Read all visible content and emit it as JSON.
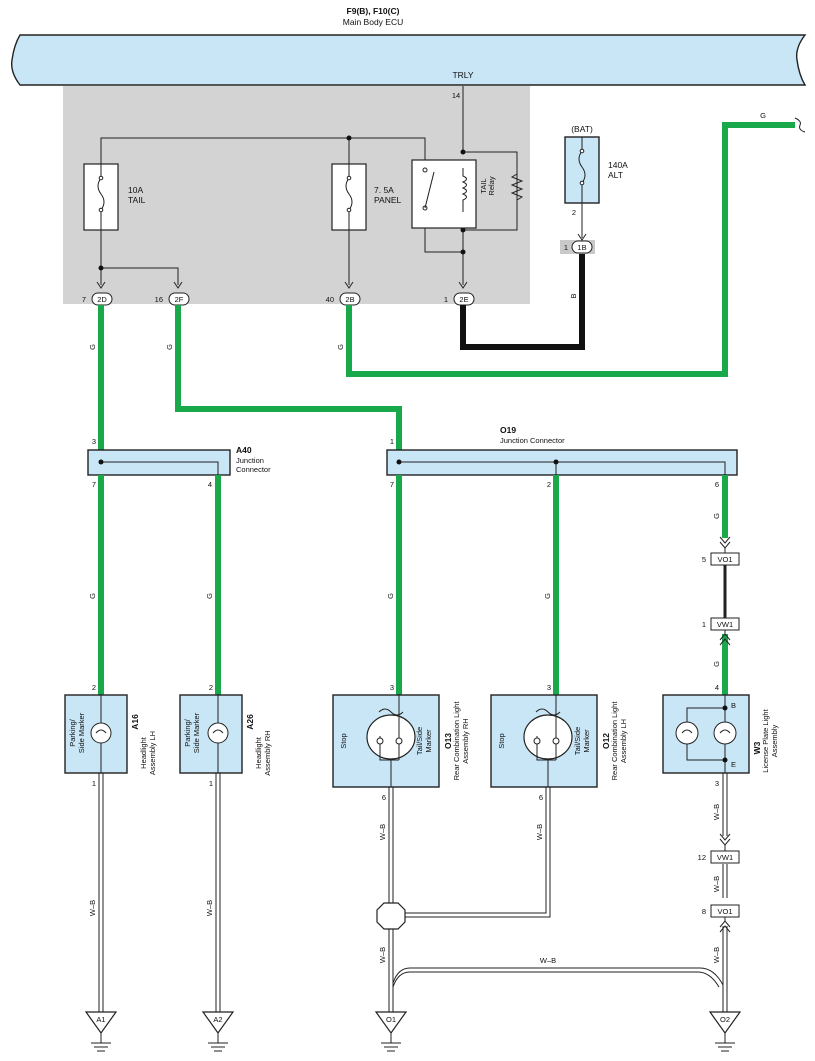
{
  "ecu": {
    "title": "F9(B), F10(C)",
    "subtitle": "Main Body ECU",
    "trly_label": "TRLY",
    "trly_pin": "14"
  },
  "fuses": {
    "tail": {
      "amp": "10A",
      "name": "TAIL"
    },
    "panel": {
      "amp": "7. 5A",
      "name": "PANEL"
    }
  },
  "relay": {
    "line1": "TAIL",
    "line2": "Relay"
  },
  "bat": {
    "label": "(BAT)",
    "amp": "140A",
    "name": "ALT",
    "pin": "2",
    "conn_pin": "1",
    "conn": "1B"
  },
  "ecu_conns": [
    {
      "pin": "7",
      "code": "2D"
    },
    {
      "pin": "16",
      "code": "2F"
    },
    {
      "pin": "40",
      "code": "2B"
    },
    {
      "pin": "1",
      "code": "2E"
    }
  ],
  "wire_colors": {
    "green": "G",
    "black": "B",
    "white_black": "W–B"
  },
  "a40": {
    "code": "A40",
    "line1": "Junction",
    "line2": "Connector",
    "pin_in": "3",
    "pin_out1": "7",
    "pin_out2": "4"
  },
  "o19": {
    "code": "O19",
    "name": "Junction Connector",
    "pin_in": "1",
    "pin_out1": "7",
    "pin_out2": "2",
    "pin_out3": "6"
  },
  "inline": {
    "vo1_top": {
      "pin": "5",
      "code": "VO1"
    },
    "vw1_top": {
      "pin": "1",
      "code": "VW1"
    },
    "vw1_bot": {
      "pin": "12",
      "code": "VW1"
    },
    "vo1_bot": {
      "pin": "8",
      "code": "VO1"
    }
  },
  "components": {
    "a16": {
      "code": "A16",
      "line1": "Headlight",
      "line2": "Assembly LH",
      "inner1": "Parking/",
      "inner2": "Side Marker",
      "pin_top": "2",
      "pin_bot": "1"
    },
    "a26": {
      "code": "A26",
      "line1": "Headlight",
      "line2": "Assembly RH",
      "inner1": "Parking/",
      "inner2": "Side Marker",
      "pin_top": "2",
      "pin_bot": "1"
    },
    "o13": {
      "code": "O13",
      "line1": "Rear Combination Light",
      "line2": "Assembly RH",
      "stop": "Stop",
      "tail1": "Tail/Side",
      "tail2": "Marker",
      "pin_top": "3",
      "pin_bot": "6"
    },
    "o12": {
      "code": "O12",
      "line1": "Rear Combination Light",
      "line2": "Assembly LH",
      "stop": "Stop",
      "tail1": "Tail/Side",
      "tail2": "Marker",
      "pin_top": "3",
      "pin_bot": "6"
    },
    "w3": {
      "code": "W3",
      "line1": "License Plate Light",
      "line2": "Assembly",
      "pin_top": "4",
      "pin_bot": "3",
      "b_label": "B",
      "e_label": "E"
    }
  },
  "grounds": {
    "a1": "A1",
    "a2": "A2",
    "o1": "O1",
    "o2": "O2"
  }
}
